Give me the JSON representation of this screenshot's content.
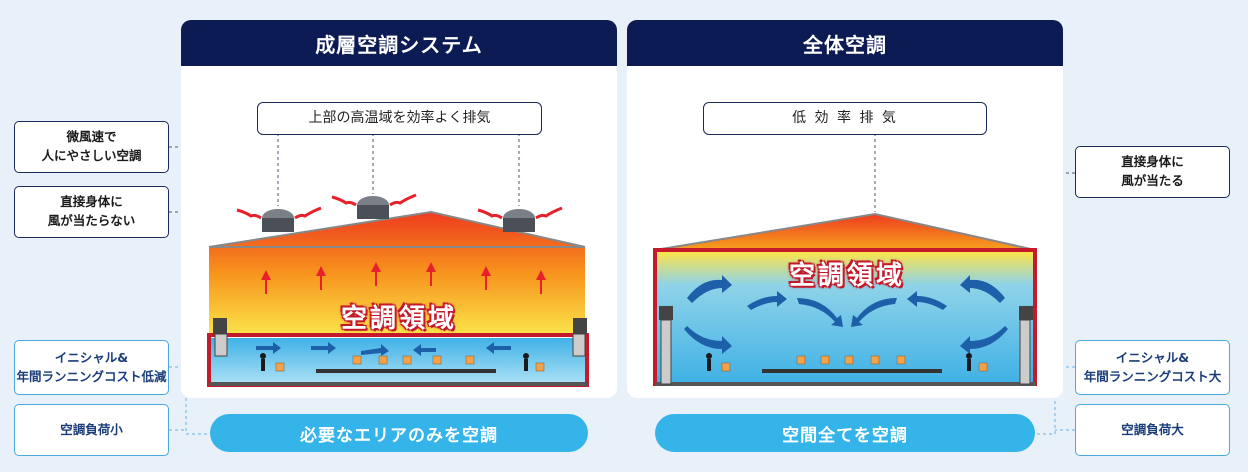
{
  "left_panel": {
    "title": "成層空調システム",
    "exhaust_label": "上部の高温域を効率よく排気",
    "region_label": "空調領域",
    "bottom_pill": "必要なエリアのみを空調"
  },
  "right_panel": {
    "title": "全体空調",
    "exhaust_label": "低 効 率 排 気",
    "region_label": "空調領域",
    "bottom_pill": "空間全てを空調"
  },
  "left_callouts": {
    "breeze": [
      "微風速で",
      "人にやさしい空調"
    ],
    "no_direct": [
      "直接身体に",
      "風が当たらない"
    ],
    "cost": [
      "イニシャル&",
      "年間ランニングコスト低減"
    ],
    "load": "空調負荷小"
  },
  "right_callouts": {
    "direct": [
      "直接身体に",
      "風が当たる"
    ],
    "cost": [
      "イニシャル&",
      "年間ランニングコスト大"
    ],
    "load": "空調負荷大"
  },
  "colors": {
    "header_navy": "#0d1b55",
    "pill_blue": "#35b4ea",
    "wall_red": "#c41a2c",
    "hot_orange": "#f07a1a",
    "cool_blue": "#6fc8f0"
  },
  "icons": [
    "roof-ventilator-icon",
    "heat-arrow-icon",
    "air-flow-arrow-icon",
    "worker-icon",
    "cargo-box-icon",
    "air-conditioner-unit-icon"
  ]
}
